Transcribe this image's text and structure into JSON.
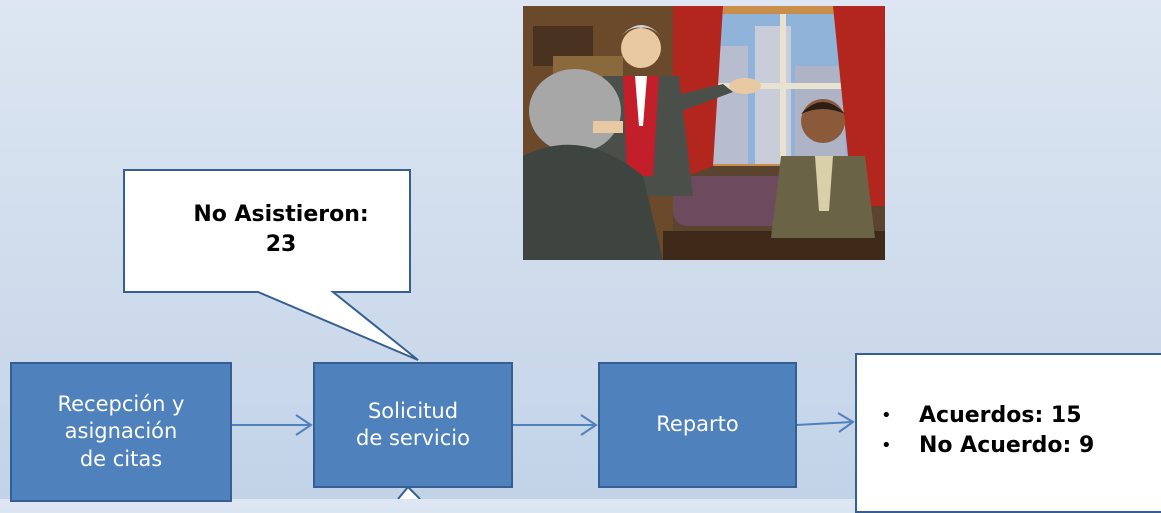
{
  "callout": {
    "text": "No Asistieron:\n23"
  },
  "boxes": [
    {
      "label": "Recepción y\nasignación\nde citas"
    },
    {
      "label": "Solicitud\nde servicio"
    },
    {
      "label": "Reparto"
    }
  ],
  "results": {
    "items": [
      "Acuerdos: 15",
      "No Acuerdo: 9"
    ]
  },
  "colors": {
    "box_fill": "#4f81bd",
    "box_border": "#355f91",
    "arrow": "#4f81bd"
  },
  "image": {
    "icon": "business-meeting-clipart"
  }
}
